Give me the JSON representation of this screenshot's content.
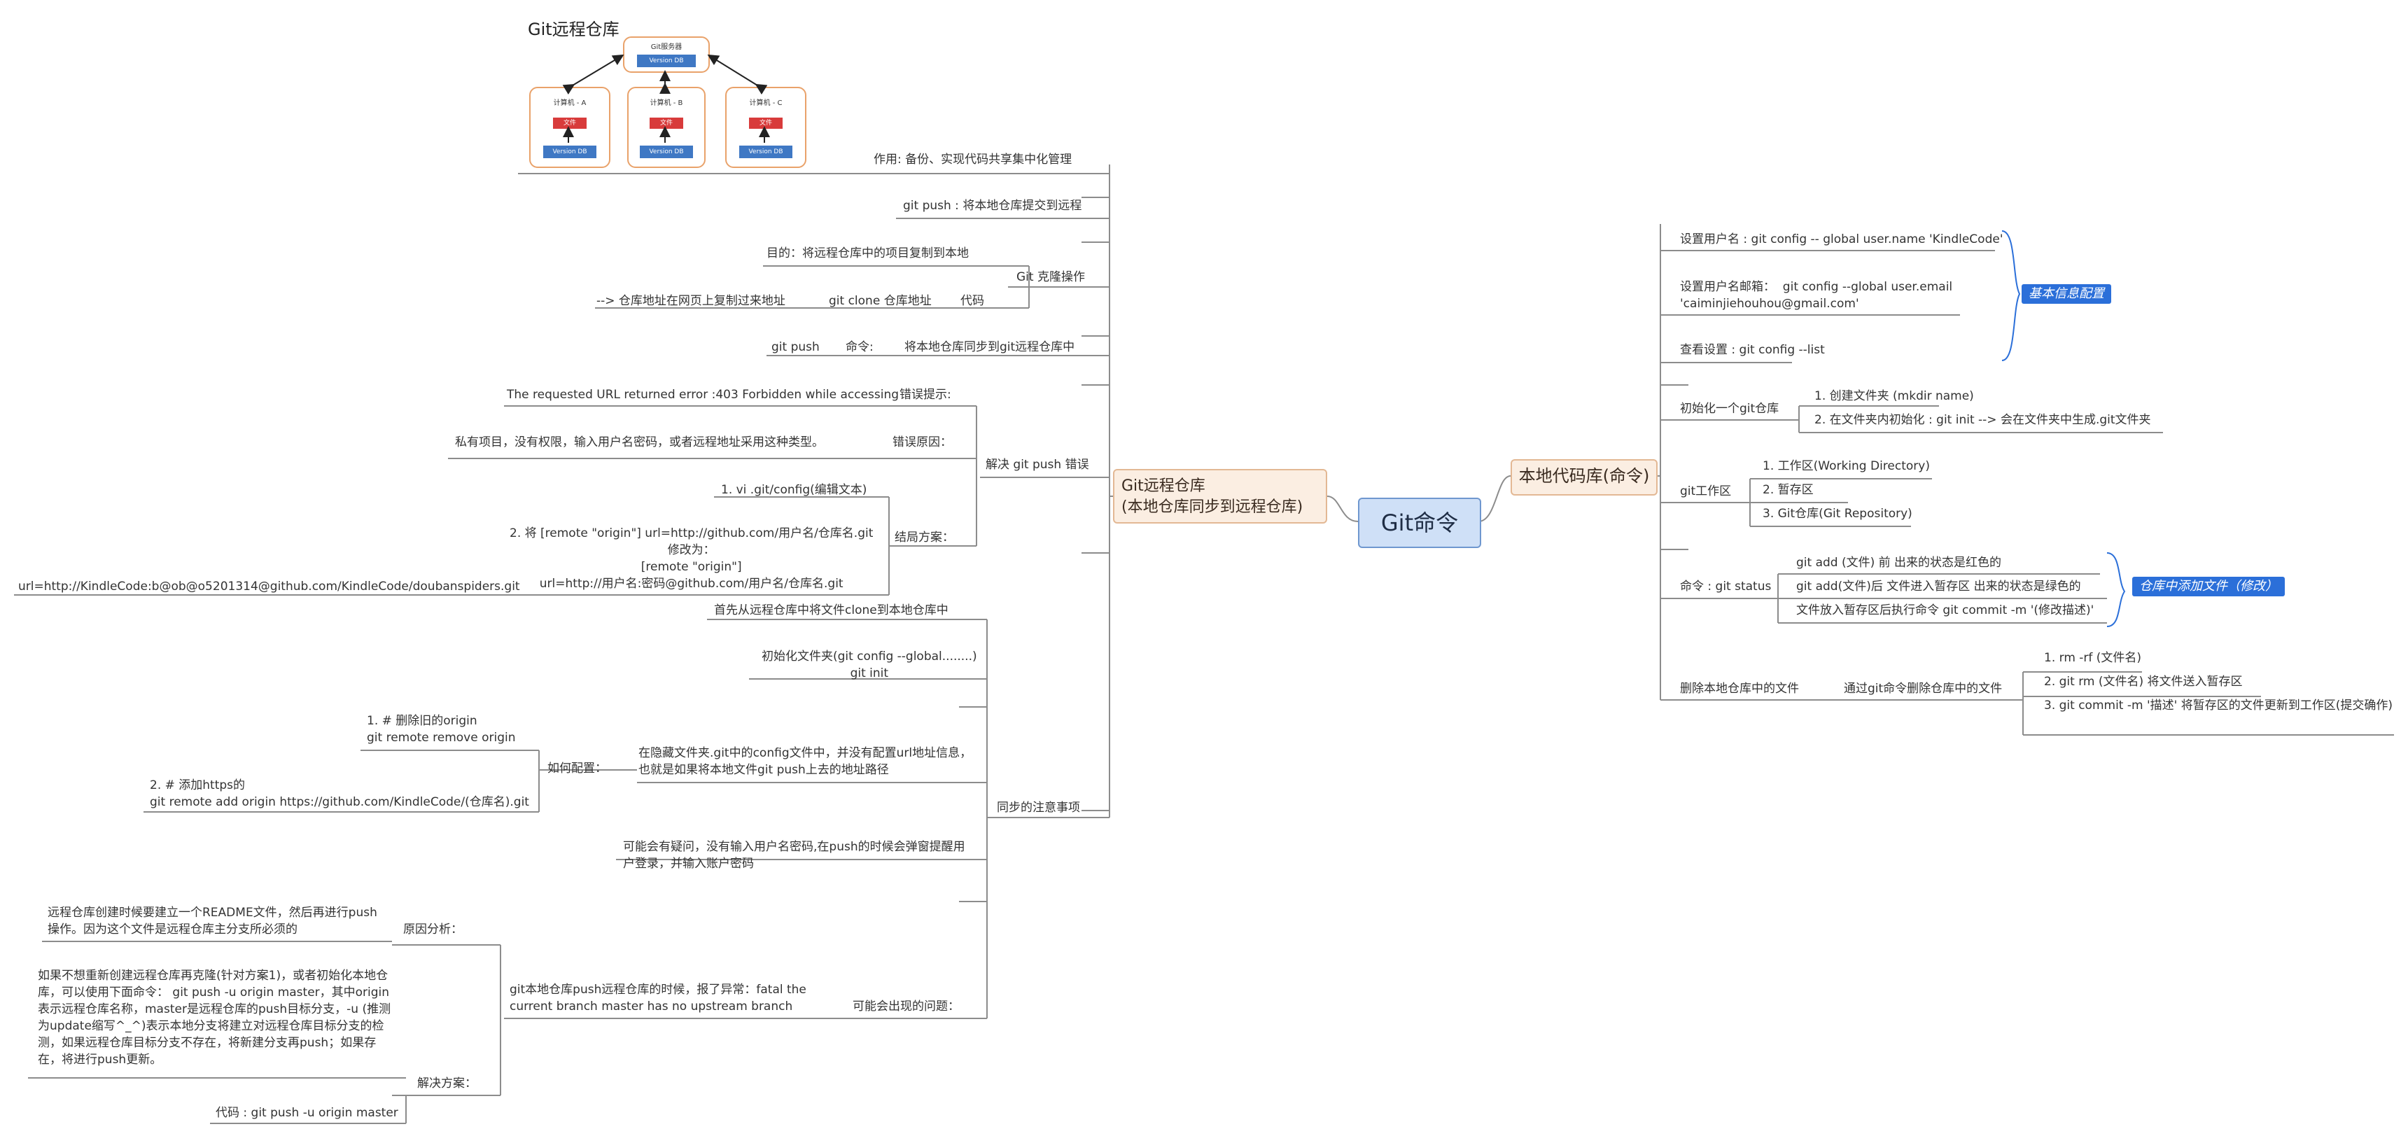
{
  "root": {
    "label": "Git命令"
  },
  "left_main": {
    "label": "Git远程仓库\n(本地仓库同步到远程仓库)"
  },
  "right_main": {
    "label": "本地代码库(命令)"
  },
  "figure": {
    "title": "Git远程仓库",
    "server_label": "Git服务器",
    "server_box": "Version DB",
    "clients": [
      {
        "label": "计算机 - A",
        "file": "文件",
        "db": "Version DB"
      },
      {
        "label": "计算机 - B",
        "file": "文件",
        "db": "Version DB"
      },
      {
        "label": "计算机 - C",
        "file": "文件",
        "db": "Version DB"
      }
    ]
  },
  "left": {
    "role": "作用: 备份、实现代码共享集中化管理",
    "push_desc": "git push : 将本地仓库提交到远程",
    "clone": {
      "title": "Git 克隆操作",
      "purpose": "目的：将远程仓库中的项目复制到本地",
      "code_label": "代码",
      "code": "git clone 仓库地址",
      "code_note": "--> 仓库地址在网页上复制过来地址"
    },
    "push_cmd": {
      "desc": "将本地仓库同步到git远程仓库中",
      "label": "命令:",
      "cmd": "git push"
    },
    "push_error": {
      "title": "解决 git push 错误",
      "hint_label": "错误提示:",
      "hint": "The requested URL returned error :403 Forbidden while accessing",
      "reason_label": "错误原因：",
      "reason": "私有项目，没有权限，输入用户名密码，或者远程地址采用这种类型。",
      "solution_label": "结局方案：",
      "step1": "1. vi .git/config(编辑文本)",
      "step2": "2. 将 [remote \"origin\"] url=http://github.com/用户名/仓库名.git\n修改为：\n[remote \"origin\"]\nurl=http://用户名:密码@github.com/用户名/仓库名.git",
      "example": "url=http://KindleCode:b@ob@o5201314@github.com/KindleCode/doubanspiders.git"
    },
    "sync": {
      "title": "同步的注意事项",
      "first": "首先从远程仓库中将文件clone到本地仓库中",
      "init": "初始化文件夹(git config --global........)\ngit init",
      "hidden": "在隐藏文件夹.git中的config文件中，并没有配置url地址信息，也就是如果将本地文件git push上去的地址路径",
      "how_label": "如何配置：",
      "remove": "1. # 删除旧的origin\ngit remote remove origin",
      "add": "2. # 添加https的\ngit remote add origin https://github.com/KindleCode/(仓库名).git",
      "ask": "可能会有疑问，没有输入用户名密码,在push的时候会弹窗提醒用户登录，并输入账户密码"
    },
    "problem": {
      "title": "可能会出现的问题：",
      "desc": "git本地仓库push远程仓库的时候，报了异常：fatal the current branch master has no upstream branch",
      "analysis_label": "原因分析：",
      "analysis": "远程仓库创建时候要建立一个README文件，然后再进行push操作。因为这个文件是远程仓库主分支所必须的",
      "solution_label": "解决方案：",
      "solution": "如果不想重新创建远程仓库再克隆(针对方案1)，或者初始化本地仓库，可以使用下面命令：  git push -u origin master，其中origin 表示远程仓库名称，master是远程仓库的push目标分支，-u (推测为update缩写^_^)表示本地分支将建立对远程仓库目标分支的检测，如果远程仓库目标分支不存在，将新建分支再push；如果存在，将进行push更新。",
      "code": "代码 : git push -u origin master"
    }
  },
  "right": {
    "user_name": "设置用户名 : git config -- global user.name 'KindleCode'",
    "user_email": "设置用户名邮箱：  git config --global user.email\n'caiminjiehouhou@gmail.com'",
    "show_config": "查看设置 : git config --list",
    "basic_tag": "基本信息配置",
    "init_title": "初始化一个git仓库",
    "init1": "1. 创建文件夹 (mkdir name)",
    "init2": "2. 在文件夹内初始化 : git init --> 会在文件夹中生成.git文件夹",
    "area_title": "git工作区",
    "area1": "1. 工作区(Working Directory)",
    "area2": "2. 暂存区",
    "area3": "3. Git仓库(Git Repository)",
    "status_title": "命令 : git status",
    "status1": "git add (文件) 前 出来的状态是红色的",
    "status2": "git add(文件)后 文件进入暂存区 出来的状态是绿色的",
    "status3": "文件放入暂存区后执行命令 git commit -m '(修改描述)'",
    "status_tag": "仓库中添加文件（修改）",
    "delete_title": "删除本地仓库中的文件",
    "delete_via": "通过git命令删除仓库中的文件",
    "del1": "1. rm -rf (文件名)",
    "del2": "2. git rm (文件名)  将文件送入暂存区",
    "del3": "3. git commit -m '描述' 将暂存区的文件更新到工作区(提交确作)"
  }
}
